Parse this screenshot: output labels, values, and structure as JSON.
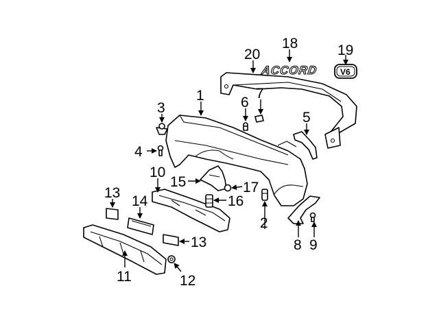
{
  "callouts": {
    "c1": "1",
    "c2": "2",
    "c3": "3",
    "c4": "4",
    "c5": "5",
    "c6": "6",
    "c7": "7",
    "c8": "8",
    "c9": "9",
    "c10": "10",
    "c11": "11",
    "c12": "12",
    "c13a": "13",
    "c13b": "13",
    "c14": "14",
    "c15": "15",
    "c16": "16",
    "c17": "17",
    "c18": "18",
    "c19": "19",
    "c20": "20"
  },
  "emblems": {
    "accord": "ACCORD",
    "v6": "V6"
  }
}
